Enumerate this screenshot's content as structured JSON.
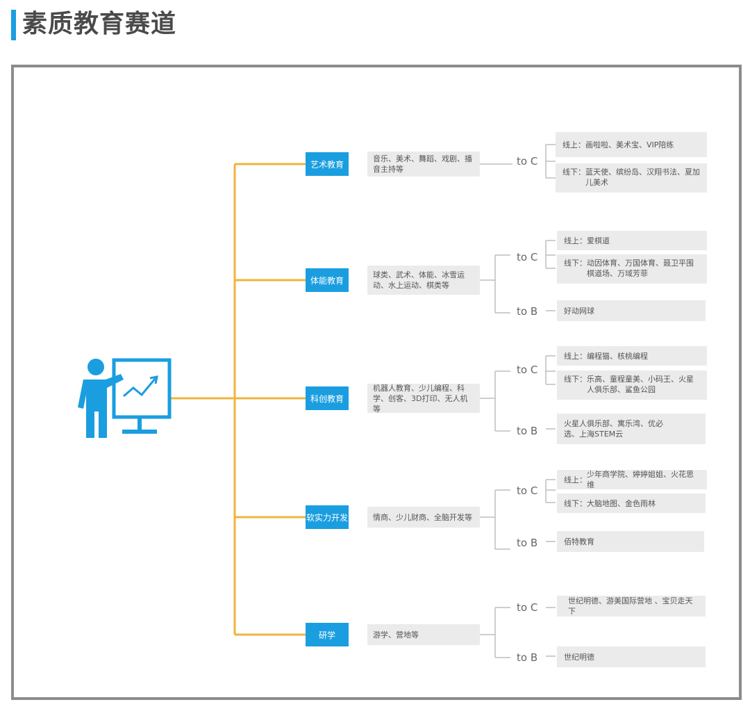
{
  "title": "素质教育赛道",
  "colors": {
    "accent": "#1a9ee0",
    "branch_line": "#f0b43c",
    "connector": "#bdbdbd",
    "box": "#ebebeb",
    "frame": "#8c8c8c"
  },
  "center_icon": "teacher-presentation-chart-icon",
  "categories": [
    {
      "name": "艺术教育",
      "desc": "音乐、美术、舞蹈、戏剧、播音主持等",
      "to_c": {
        "label": "to C",
        "online_k": "线上：",
        "online_v": "画啦啦、美术宝、VIP陪练",
        "offline_k": "线下：",
        "offline_v": "蓝天使、缤纷岛、汉翔书法、夏加儿美术"
      }
    },
    {
      "name": "体能教育",
      "desc": "球类、武术、体能、冰雪运动、水上运动、棋类等",
      "to_c": {
        "label": "to C",
        "online_k": "线上：",
        "online_v": "爱棋道",
        "offline_k": "线下：",
        "offline_v": "动因体育、万国体育、聂卫平围棋道场、万域芳菲"
      },
      "to_b": {
        "label": "to B",
        "value": "好动网球"
      }
    },
    {
      "name": "科创教育",
      "desc": "机器人教育、少儿编程、科学、创客、3D打印、无人机等",
      "to_c": {
        "label": "to C",
        "online_k": "线上：",
        "online_v": "编程猫、核桃编程",
        "offline_k": "线下：",
        "offline_v": "乐高、童程童美、小码王、火星人俱乐部、鲨鱼公园"
      },
      "to_b": {
        "label": "to B",
        "value": "火星人俱乐部、寓乐湾、优必选、上海STEM云"
      }
    },
    {
      "name": "软实力开发",
      "desc": "情商、少儿财商、全脑开发等",
      "to_c": {
        "label": "to C",
        "online_k": "线上：",
        "online_v": "少年商学院、婷婷姐姐、火花思维",
        "offline_k": "线下：",
        "offline_v": "大脑地图、金色雨林"
      },
      "to_b": {
        "label": "to B",
        "value": "佰特教育"
      }
    },
    {
      "name": "研学",
      "desc": "游学、营地等",
      "to_c": {
        "label": "to C",
        "value": "世纪明德、游美国际营地 、宝贝走天下"
      },
      "to_b": {
        "label": "to B",
        "value": "世纪明德"
      }
    }
  ]
}
